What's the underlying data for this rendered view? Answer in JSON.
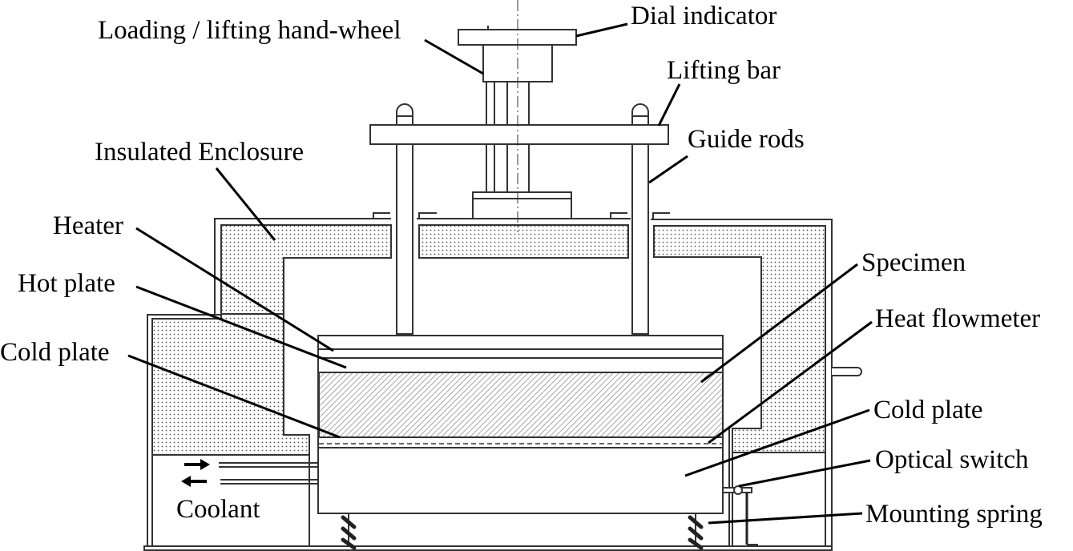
{
  "labels": {
    "dial_indicator": "Dial indicator",
    "hand_wheel": "Loading / lifting hand-wheel",
    "lifting_bar": "Lifting bar",
    "guide_rods": "Guide rods",
    "insulated_enclosure": "Insulated Enclosure",
    "heater": "Heater",
    "hot_plate": "Hot plate",
    "cold_plate_left": "Cold plate",
    "specimen": "Specimen",
    "heat_flowmeter": "Heat flowmeter",
    "cold_plate_right": "Cold plate",
    "optical_switch": "Optical switch",
    "mounting_spring": "Mounting spring",
    "coolant": "Coolant"
  },
  "colors": {
    "line": "#333333",
    "text": "#000000",
    "background": "#ffffff"
  }
}
